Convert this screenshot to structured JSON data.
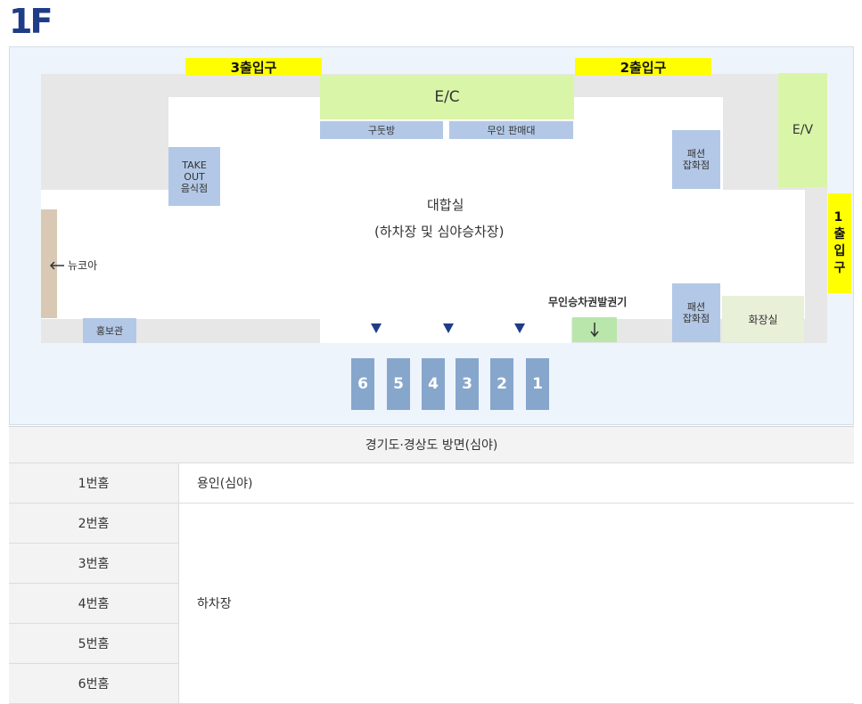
{
  "floor": "1F",
  "map": {
    "entrances": {
      "entrance_3": "3출입구",
      "entrance_2": "2출입구",
      "entrance_1": "1\n출\n입\n구"
    },
    "ec": "E/C",
    "ev": "E/V",
    "shoe_shop": "구둣방",
    "vending": "무인 판매대",
    "takeout": "TAKE\nOUT\n음식점",
    "fashion_top": "패션\n잡화점",
    "fashion_bottom": "패션\n잡화점",
    "waiting_room": "대합실",
    "waiting_room_sub": "(하차장 및 심야승차장)",
    "newcore": "뉴코아",
    "promo_hall": "홍보관",
    "ticket_machine": "무인승차권발권기",
    "restroom": "화장실",
    "platforms": [
      "6",
      "5",
      "4",
      "3",
      "2",
      "1"
    ]
  },
  "table": {
    "header": "경기도·경상도 방면(심야)",
    "rows": [
      {
        "name": "1번홈",
        "dest": "용인(심야)"
      },
      {
        "name": "2번홈"
      },
      {
        "name": "3번홈"
      },
      {
        "name": "4번홈"
      },
      {
        "name": "5번홈"
      },
      {
        "name": "6번홈"
      }
    ],
    "merged_dest": "하차장"
  },
  "colors": {
    "title": "#1f3c88",
    "entrance": "#ffff00",
    "ec": "#d9f5a8",
    "shop": "#b3c8e6",
    "platform": "#87a6cc",
    "arrow": "#1f3c88"
  }
}
